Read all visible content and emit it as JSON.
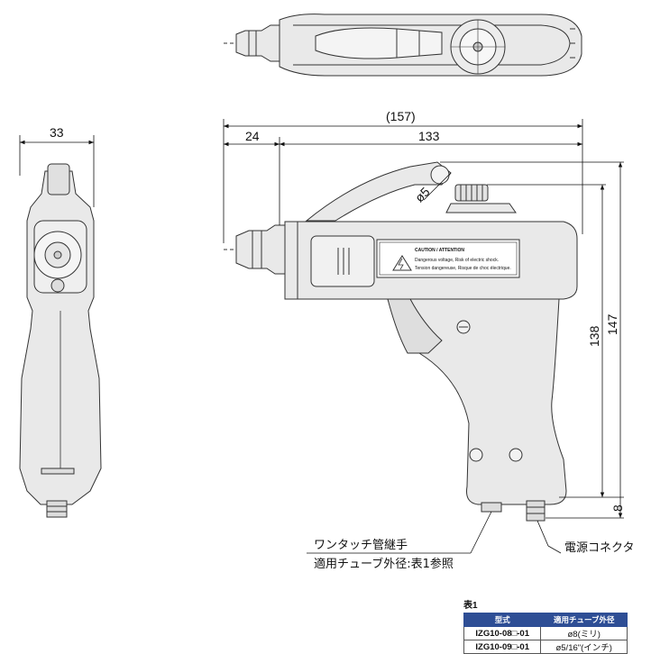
{
  "dimensions": {
    "width_side": "33",
    "overall_length": "(157)",
    "nozzle_length": "24",
    "body_length": "133",
    "tube_dia": "ø5",
    "height_grip": "138",
    "height_total": "147",
    "connector_offset": "8"
  },
  "label_text": {
    "caution_title": "CAUTION / ATTENTION",
    "caution_line1": "Dangerous voltage, Risk of electric shock.",
    "caution_line2": "Tension dangereuse, Risque de choc électrique."
  },
  "callouts": {
    "fitting_line1": "ワンタッチ管継手",
    "fitting_line2": "適用チューブ外径:表1参照",
    "connector": "電源コネクタ"
  },
  "table": {
    "title": "表1",
    "headers": [
      "型式",
      "適用チューブ外径"
    ],
    "rows": [
      {
        "model": "IZG10-08□-01",
        "tube": "ø8(ミリ)"
      },
      {
        "model": "IZG10-09□-01",
        "tube": "ø5/16\"(インチ)"
      }
    ]
  },
  "colors": {
    "body_fill": "#e9e9e9",
    "outline": "#333333",
    "table_header": "#2e4e95"
  }
}
